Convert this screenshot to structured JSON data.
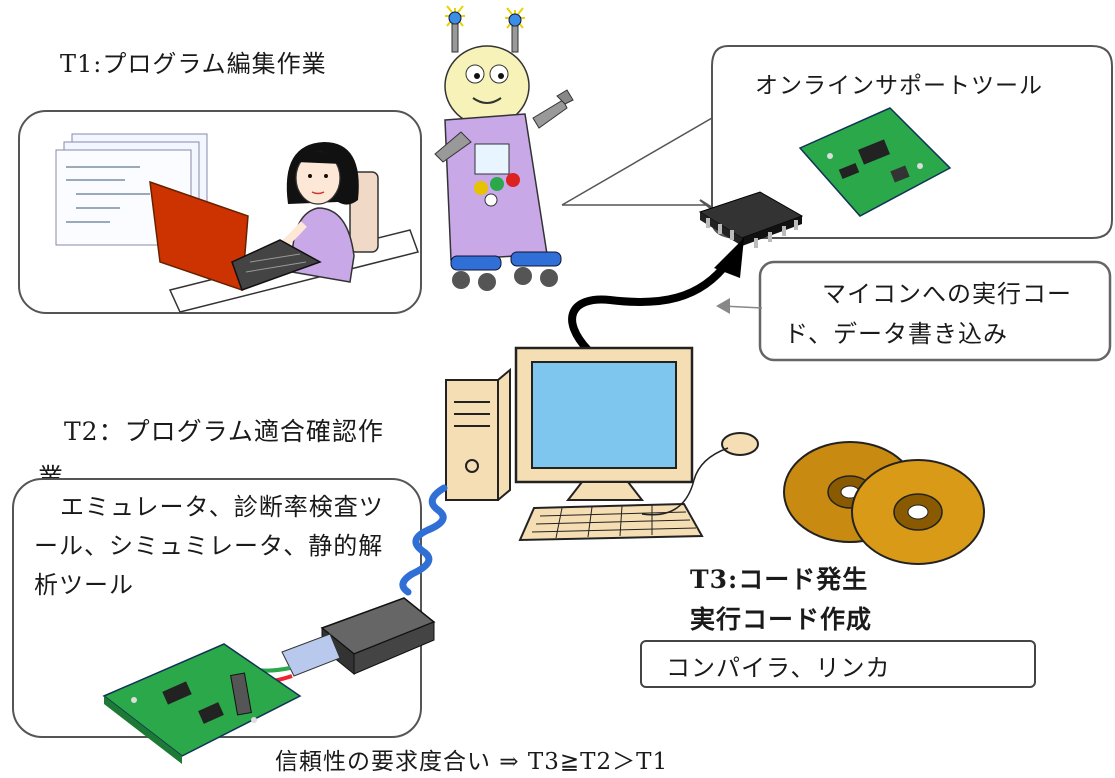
{
  "t1": {
    "title": "T1:プログラム編集作業"
  },
  "online": {
    "title": "オンラインサポートツール"
  },
  "write": {
    "line1": "マイコンへの実行コー",
    "line2": "ド、データ書き込み"
  },
  "t2": {
    "title_line1": "T2：プログラム適合確認作",
    "title_line2": "業",
    "tools_line1": "エミュレータ、診断率検査ツ",
    "tools_line2": "ール、シミュミレータ、静的解",
    "tools_line3": "析ツール"
  },
  "t3": {
    "title": "T3:コード発生",
    "subtitle": "実行コード作成",
    "tools": "コンパイラ、リンカ"
  },
  "footer": {
    "text": "信頼性の要求度合い ⇒ T3≧T2＞T1"
  },
  "colors": {
    "laptop": "#cc3300",
    "robot_body": "#c9a8e8",
    "board": "#2aa84a",
    "monitor_screen": "#7fc6ee",
    "computer_case": "#f5deb3",
    "cd": "#c88a10",
    "cable": "#000000",
    "signal": "#2f6fd6"
  }
}
